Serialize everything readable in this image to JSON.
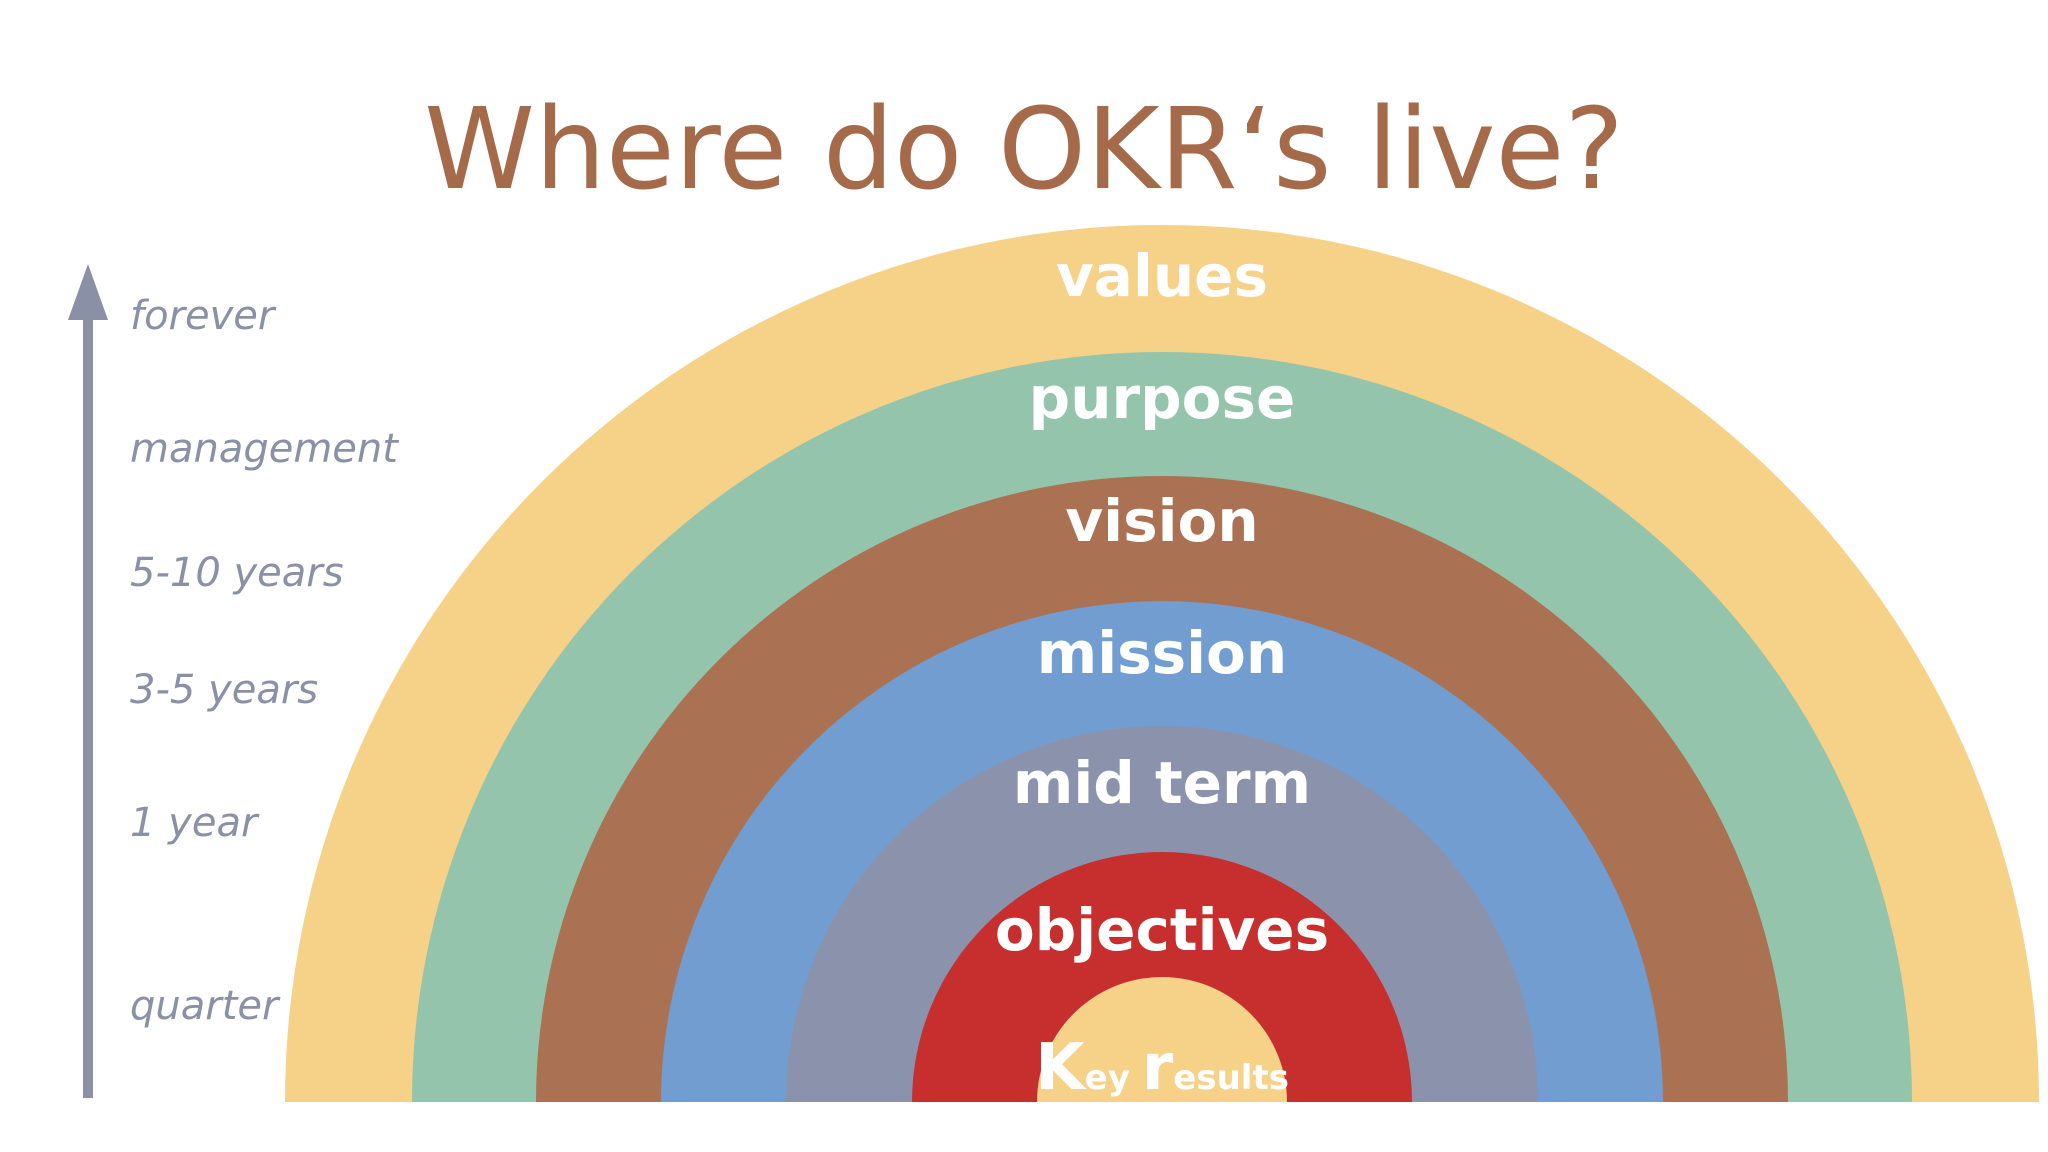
{
  "title": "Where do OKR‘s live?",
  "time_axis": {
    "labels": [
      "forever",
      "management",
      "5-10 years",
      "3-5 years",
      "1 year",
      "quarter"
    ],
    "color": "#8A90A6"
  },
  "rainbow": {
    "bands": [
      {
        "label": "values",
        "color": "#F6D188"
      },
      {
        "label": "purpose",
        "color": "#94C4AB"
      },
      {
        "label": "vision",
        "color": "#AA7153"
      },
      {
        "label": "mission",
        "color": "#729DD0"
      },
      {
        "label": "mid term",
        "color": "#8A93AB"
      },
      {
        "label": "objectives",
        "color": "#C72F2E"
      }
    ],
    "center": {
      "color": "#F6D188",
      "label_parts": [
        {
          "text": "K",
          "size": "big"
        },
        {
          "text": "ey ",
          "size": "small"
        },
        {
          "text": "r",
          "size": "big"
        },
        {
          "text": "esults",
          "size": "small"
        }
      ]
    }
  },
  "colors": {
    "title": "#A56A4A",
    "label_text": "#ffffff"
  }
}
